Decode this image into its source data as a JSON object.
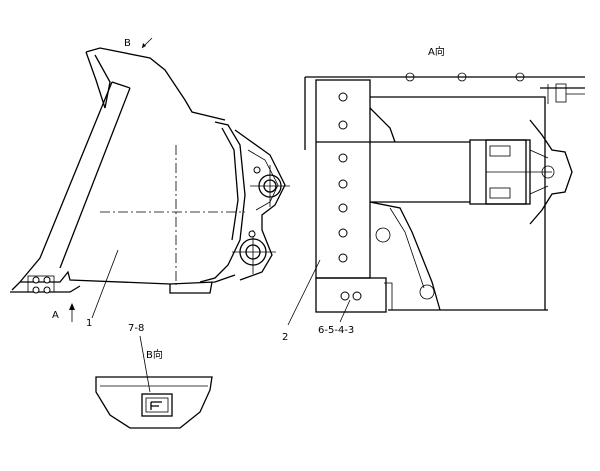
{
  "labels": {
    "view_b_arrow": "B",
    "view_a_arrow": "A",
    "view_a_title": "A向",
    "view_b_title": "B向",
    "part_1": "1",
    "part_2": "2",
    "part_7_8": "7-8",
    "part_6_5_4_3": "6-5-4-3"
  },
  "colors": {
    "line": "#000000",
    "background": "#ffffff"
  }
}
